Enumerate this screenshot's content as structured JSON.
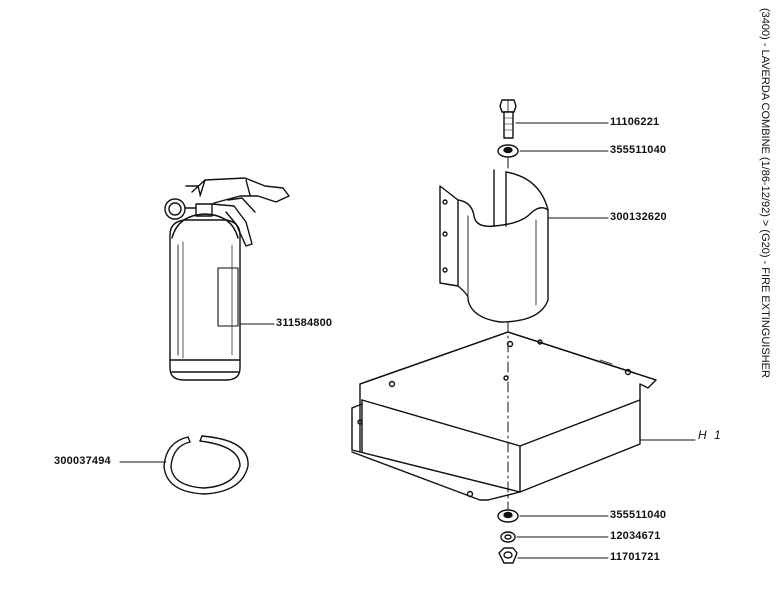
{
  "title": "(3400) - LAVERDA COMBINE (1/86-12/92) > (G20) - FIRE EXTINGUISHER",
  "parts": {
    "bolt": "11106221",
    "washer_top": "355511040",
    "bracket": "300132620",
    "extinguisher": "311584800",
    "ring": "300037494",
    "reference": "H 1",
    "washer_bottom": "355511040",
    "lock_washer": "12034671",
    "nut": "11701721"
  }
}
